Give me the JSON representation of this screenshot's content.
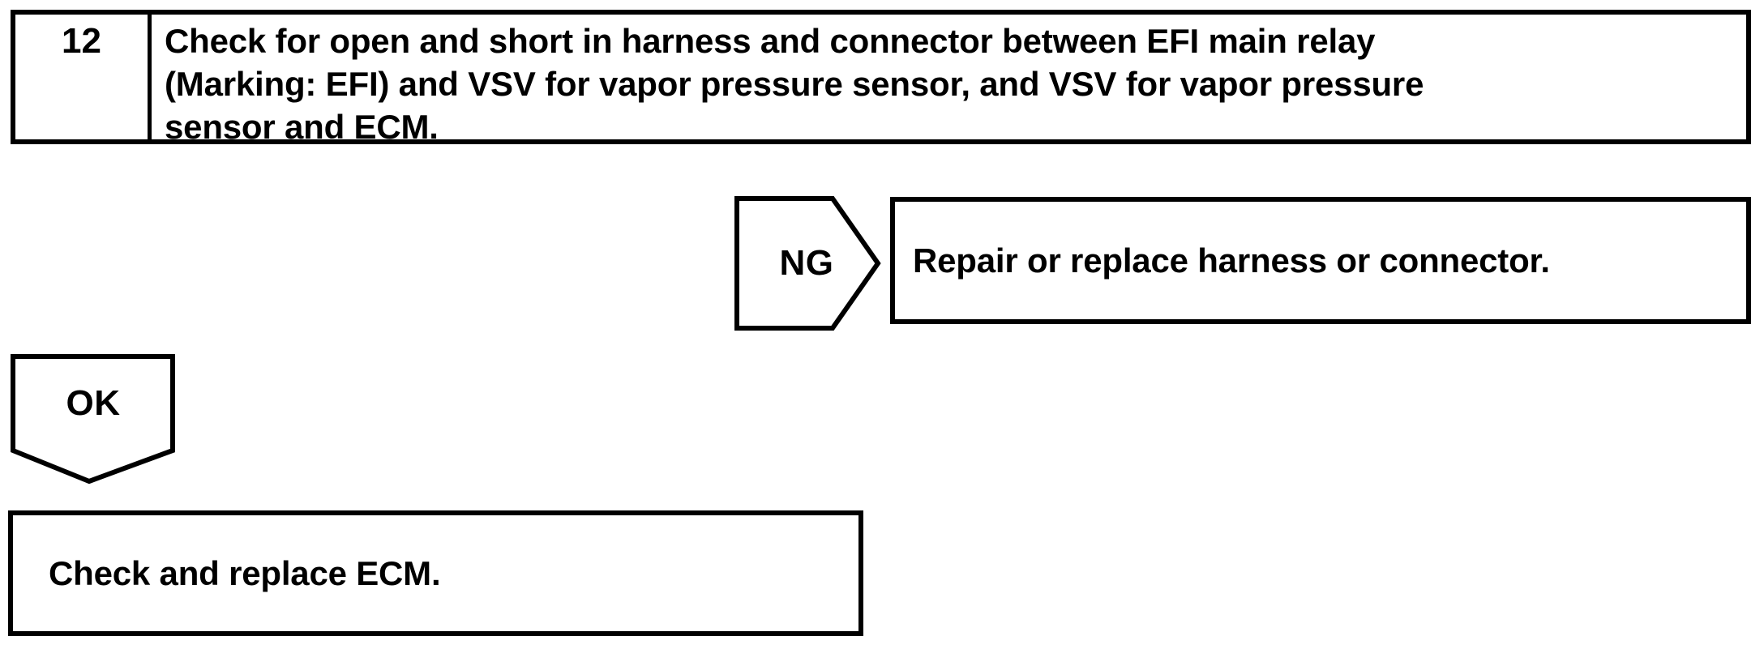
{
  "flowchart": {
    "step": {
      "number": "12",
      "instruction": "Check for open and short in harness and connector between EFI main relay\n(Marking: EFI) and VSV for vapor pressure sensor, and VSV for vapor pressure\nsensor and ECM."
    },
    "ng_branch": {
      "label": "NG",
      "action": "Repair or replace harness or connector."
    },
    "ok_branch": {
      "label": "OK",
      "action": "Check and replace ECM."
    },
    "colors": {
      "line": "#000000",
      "background": "#ffffff"
    }
  }
}
